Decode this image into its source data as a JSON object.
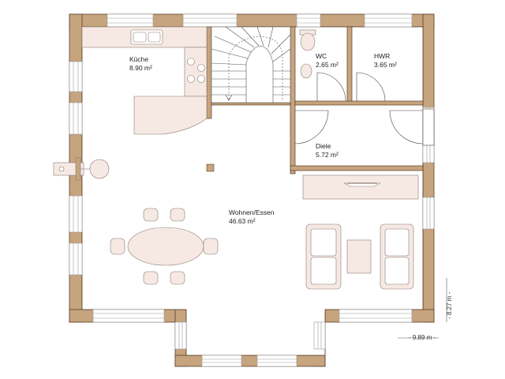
{
  "rooms": [
    {
      "id": "kueche",
      "name": "Küche",
      "area": "8.90 m²"
    },
    {
      "id": "wc",
      "name": "WC",
      "area": "2.65 m²"
    },
    {
      "id": "hwr",
      "name": "HWR",
      "area": "3.65 m²"
    },
    {
      "id": "diele",
      "name": "Diele",
      "area": "5.72 m²"
    },
    {
      "id": "wohnen",
      "name": "Wohnen/Essen",
      "area": "46.63 m²"
    }
  ],
  "dimensions": {
    "width": "- 9.89 m -",
    "depth": "- 8.27 m -"
  },
  "colors": {
    "wall_fill": "#c6a47e",
    "wall_outline": "#5a3e28",
    "cabinet_fill": "#f6e9e4",
    "furniture_stroke": "#8a7a74",
    "window_stroke": "#9a9a9a"
  }
}
